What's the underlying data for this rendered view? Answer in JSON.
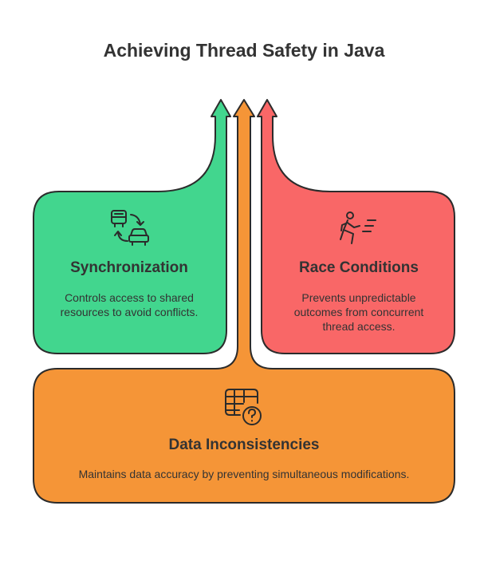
{
  "title": "Achieving Thread Safety in Java",
  "colors": {
    "green": "#42d68e",
    "red": "#f96767",
    "orange": "#f59537",
    "outline": "#2b2b2b",
    "text": "#333333"
  },
  "cards": {
    "synchronization": {
      "icon": "vehicles-sync-icon",
      "heading": "Synchronization",
      "description": "Controls access to shared resources to avoid conflicts."
    },
    "race_conditions": {
      "icon": "running-person-icon",
      "heading": "Race Conditions",
      "description": "Prevents unpredictable outcomes from concurrent thread access."
    },
    "data_inconsistencies": {
      "icon": "table-question-icon",
      "heading": "Data Inconsistencies",
      "description": "Maintains data accuracy by preventing simultaneous modifications."
    }
  }
}
